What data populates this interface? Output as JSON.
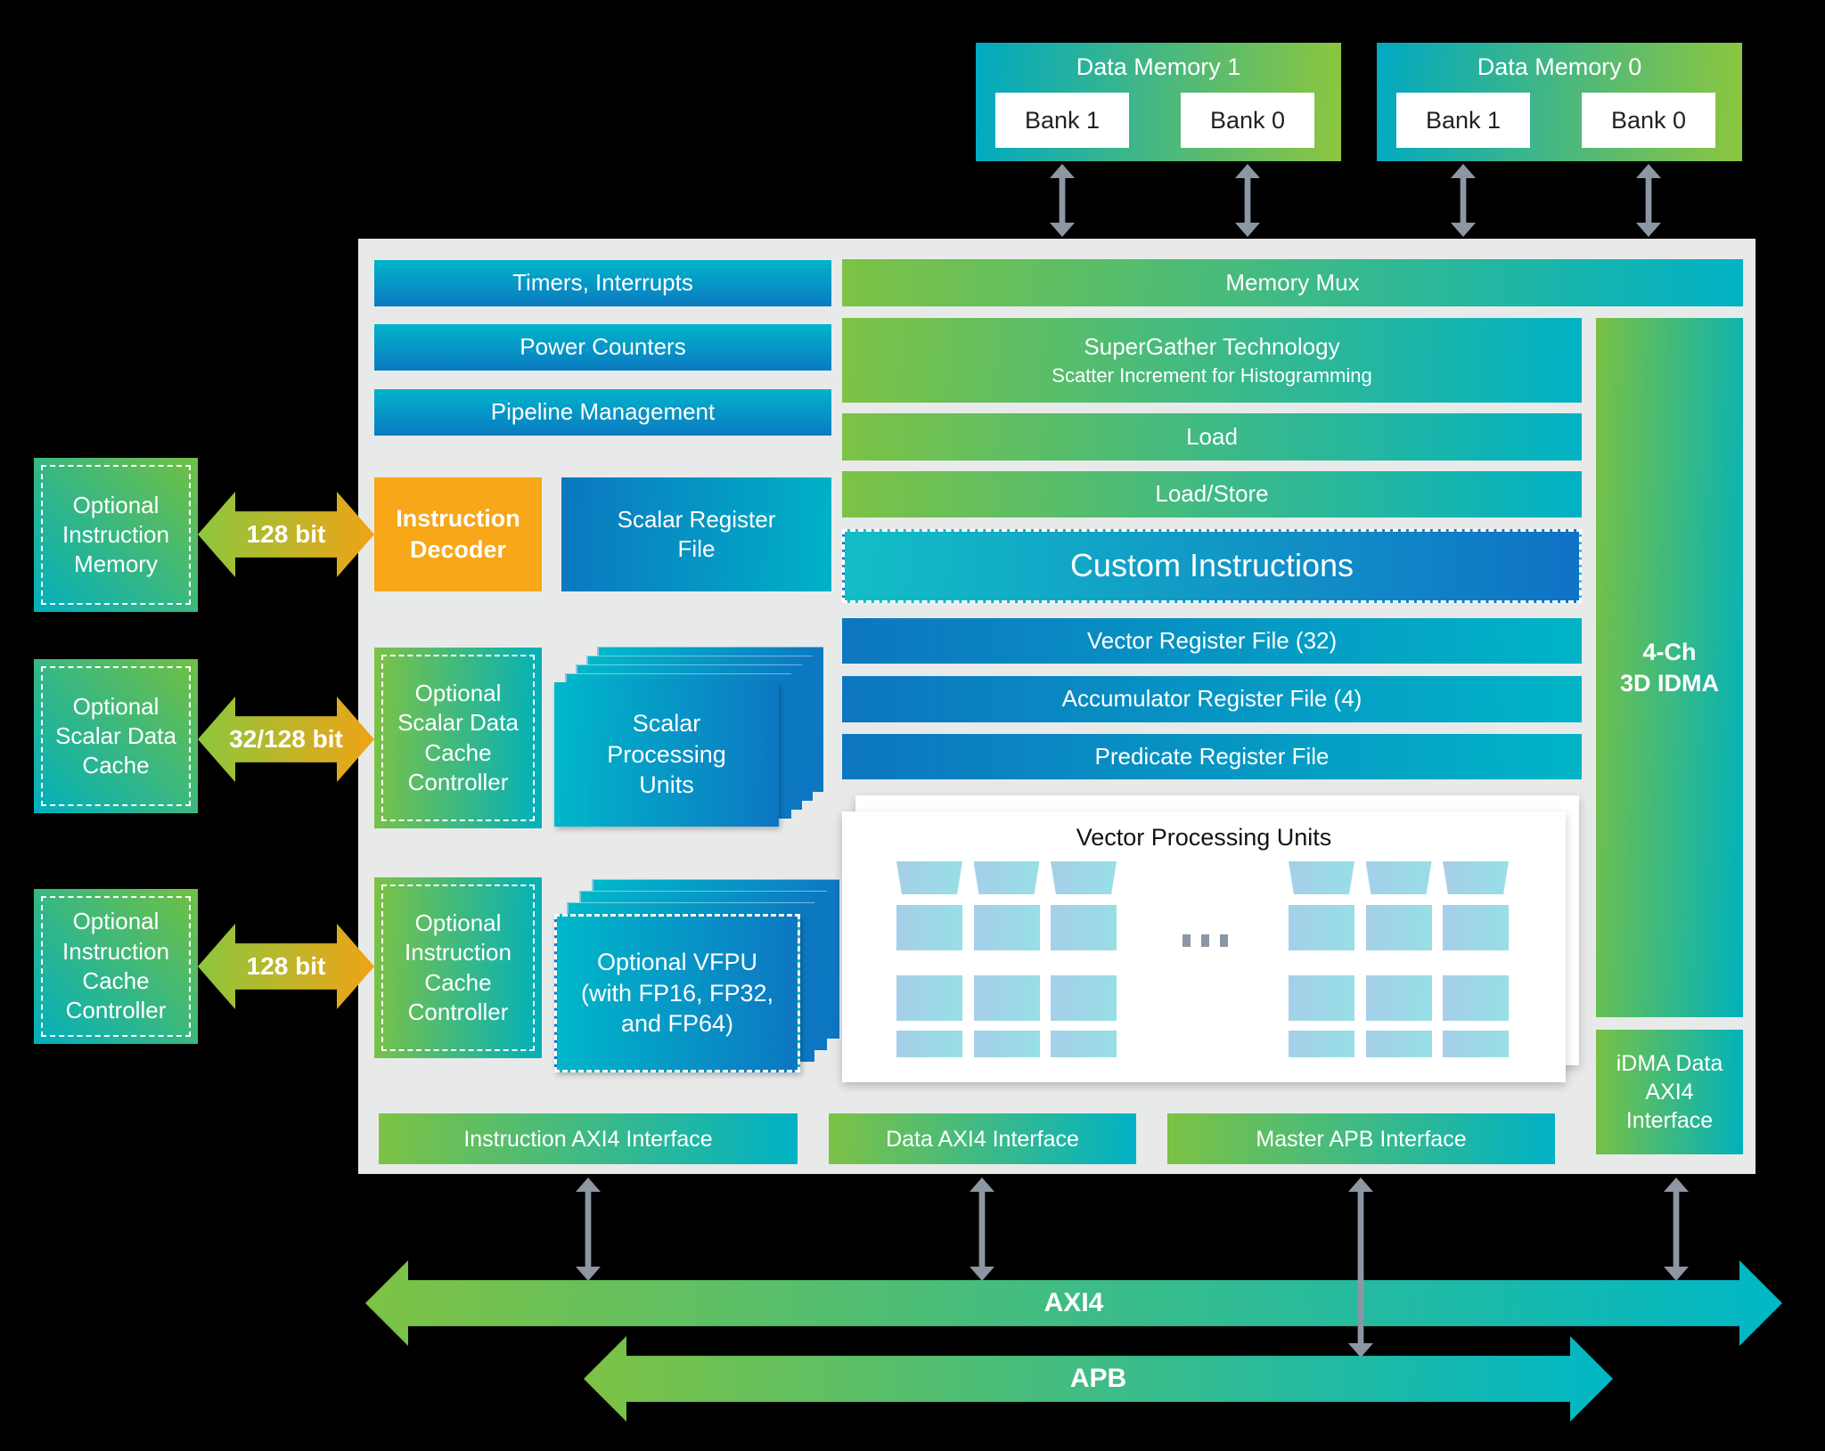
{
  "colors": {
    "background": "#000000",
    "container_bg": "#e8eaea",
    "green": "#7dc244",
    "teal": "#00b2c6",
    "blue": "#0d76c0",
    "cyan_blue_bar_top": "#00b4ca",
    "cyan_blue_bar_bottom": "#0b7ac2",
    "orange": "#f7a717",
    "arrow_gray": "#8d96a3",
    "pe_blue": "#a6cfe9",
    "white": "#ffffff"
  },
  "data_memory_1": {
    "title": "Data Memory 1",
    "banks": [
      "Bank 1",
      "Bank 0"
    ]
  },
  "data_memory_0": {
    "title": "Data Memory 0",
    "banks": [
      "Bank 1",
      "Bank 0"
    ]
  },
  "left_blocks": [
    {
      "label": "Optional Instruction Memory"
    },
    {
      "label": "Optional Scalar Data Cache"
    },
    {
      "label": "Optional Instruction Cache Controller"
    }
  ],
  "side_arrows": [
    {
      "label": "128 bit"
    },
    {
      "label": "32/128 bit"
    },
    {
      "label": "128 bit"
    }
  ],
  "control_bars": [
    {
      "label": "Timers, Interrupts"
    },
    {
      "label": "Power Counters"
    },
    {
      "label": "Pipeline Management"
    }
  ],
  "decoder": {
    "label": "Instruction Decoder"
  },
  "scalar_rf": {
    "label": "Scalar Register File"
  },
  "opt_scalar_cache_ctrl": {
    "label": "Optional Scalar Data Cache Controller"
  },
  "scalar_processing_units": {
    "label": "Scalar Processing Units"
  },
  "opt_instruction_cache_ctrl": {
    "label": "Optional Instruction Cache Controller"
  },
  "optional_vfpu": {
    "label": "Optional VFPU (with FP16, FP32, and FP64)"
  },
  "memory_pipeline": {
    "memory_mux": "Memory Mux",
    "supergather_title": "SuperGather Technology",
    "supergather_sub": "Scatter Increment for Histogramming",
    "load": "Load",
    "load_store": "Load/Store",
    "custom_instructions": "Custom Instructions",
    "vector_rf": "Vector Register File (32)",
    "accumulator_rf": "Accumulator Register File (4)",
    "predicate_rf": "Predicate Register File"
  },
  "vpu": {
    "title": "Vector Processing Units",
    "groups": 2,
    "cols": 3,
    "rows": 4,
    "dots": 3
  },
  "idma": {
    "line1": "4-Ch",
    "line2": "3D IDMA",
    "interface": "iDMA Data AXI4 Interface"
  },
  "interfaces": [
    {
      "label": "Instruction AXI4 Interface"
    },
    {
      "label": "Data AXI4 Interface"
    },
    {
      "label": "Master APB Interface"
    }
  ],
  "buses": {
    "axi4": "AXI4",
    "apb": "APB"
  }
}
